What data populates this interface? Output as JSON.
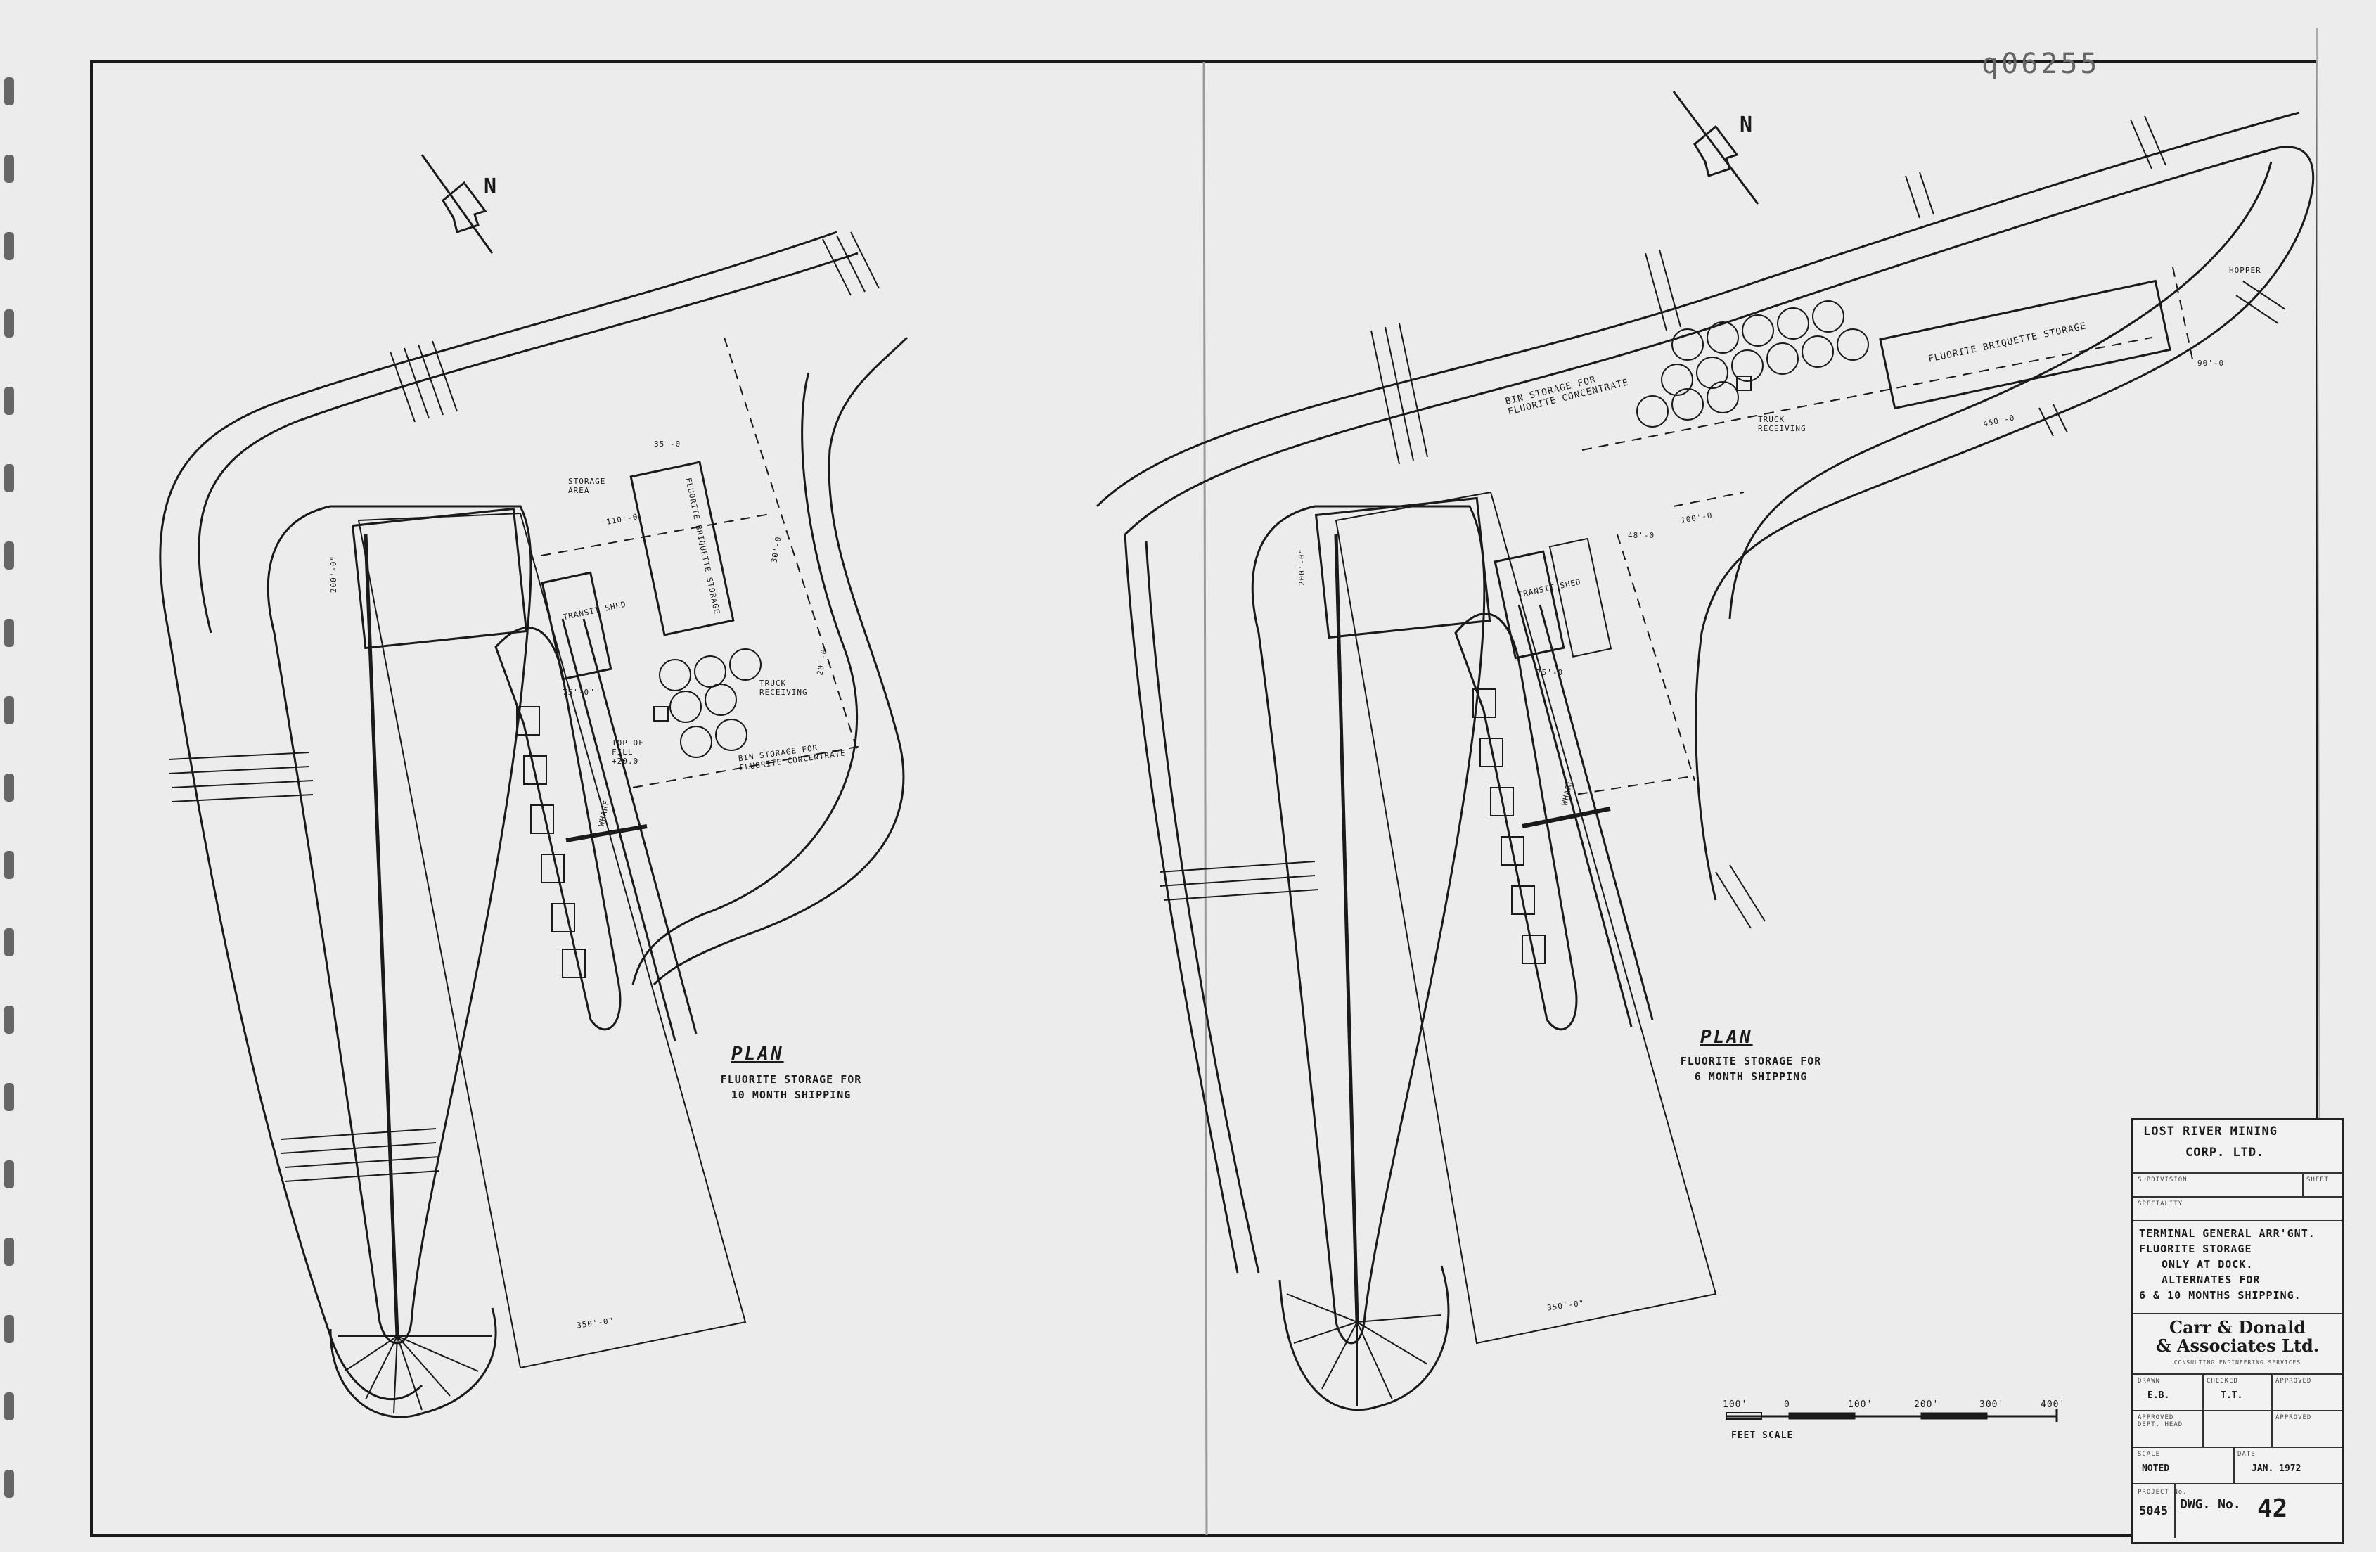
{
  "document_id": "q06255",
  "north_label": "N",
  "plan_left": {
    "title": "PLAN",
    "subtitle_line1": "FLUORITE STORAGE FOR",
    "subtitle_line2": "10 MONTH SHIPPING",
    "labels": {
      "storage_area": "STORAGE AREA",
      "transit_shed": "TRANSIT SHED",
      "briquette_storage": "FLUORITE BRIQUETTE STORAGE",
      "truck_receiving": "TRUCK RECEIVING",
      "bin_storage": "BIN STORAGE FOR FLUORITE CONCENTRATE",
      "top_of_fill": "TOP OF FILL +20.0",
      "wharf": "WHARF",
      "dim_length": "350'-0\"",
      "dim_side": "200'-0\"",
      "dim_a": "110'-0",
      "dim_b": "75'-0\"",
      "dim_c": "30'-0",
      "dim_d": "20'-0",
      "dim_e": "35'-0"
    }
  },
  "plan_right": {
    "title": "PLAN",
    "subtitle_line1": "FLUORITE STORAGE FOR",
    "subtitle_line2": "6 MONTH SHIPPING",
    "labels": {
      "bin_storage": "BIN STORAGE FOR FLUORITE CONCENTRATE",
      "briquette_storage": "FLUORITE BRIQUETTE STORAGE",
      "truck_receiving": "TRUCK RECEIVING",
      "transit_shed": "TRANSIT SHED",
      "wharf": "WHARF",
      "hopper": "HOPPER",
      "dim_length": "350'-0\"",
      "dim_side": "200'-0\"",
      "dim_a": "450'-0",
      "dim_b": "90'-0",
      "dim_c": "100'-0",
      "dim_d": "48'-0",
      "dim_e": "75'-0"
    }
  },
  "scale_bar": {
    "ticks": [
      "100'",
      "0",
      "100'",
      "200'",
      "300'",
      "400'"
    ],
    "label": "FEET SCALE"
  },
  "title_block": {
    "client_line1": "LOST RIVER MINING",
    "client_line2": "CORP. LTD.",
    "field_subdivision": "SUBDIVISION",
    "field_sheet": "SHEET",
    "field_speciality": "SPECIALITY",
    "title_lines": [
      "TERMINAL GENERAL ARR'GNT.",
      "FLUORITE STORAGE",
      "ONLY AT DOCK.",
      "ALTERNATES FOR",
      "6 & 10 MONTHS SHIPPING."
    ],
    "firm_line1": "Carr & Donald",
    "firm_line2": "& Associates Ltd.",
    "firm_tagline": "CONSULTING ENGINEERING SERVICES",
    "drawn_label": "DRAWN",
    "drawn_value": "E.B.",
    "checked_label": "CHECKED",
    "checked_value": "T.T.",
    "approved_label": "APPROVED",
    "approved2_label": "APPROVED",
    "design_label": "APPROVED DEPT. HEAD",
    "scale_label": "SCALE",
    "scale_value": "NOTED",
    "date_label": "DATE",
    "date_value": "JAN. 1972",
    "project_label": "PROJECT No.",
    "project_value": "5045",
    "dwg_label": "DWG. No.",
    "dwg_value": "42"
  },
  "colors": {
    "paper": "#ececec",
    "ink": "#1a1a1a",
    "faint": "#777777"
  }
}
